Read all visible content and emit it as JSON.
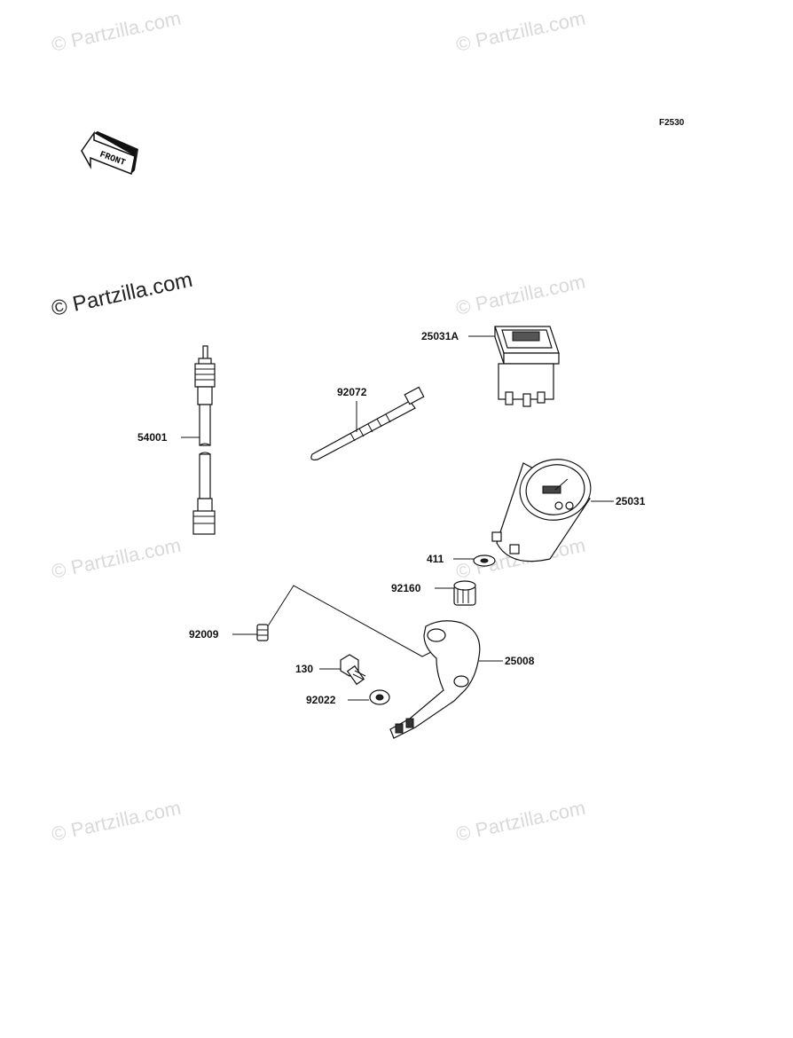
{
  "figure_code": "F2530",
  "front_label": "FRONT",
  "watermarks": [
    "© Partzilla.com",
    "© Partzilla.com",
    "© Partzilla.com",
    "© Partzilla.com",
    "© Partzilla.com",
    "© Partzilla.com",
    "© Partzilla.com",
    "© Partzilla.com"
  ],
  "parts": [
    {
      "id": "p54001",
      "number": "54001",
      "name": "speedometer-cable"
    },
    {
      "id": "p92072",
      "number": "92072",
      "name": "cable-tie"
    },
    {
      "id": "p25031A",
      "number": "25031A",
      "name": "hour-meter"
    },
    {
      "id": "p25031",
      "number": "25031",
      "name": "speedometer"
    },
    {
      "id": "p411",
      "number": "411",
      "name": "washer"
    },
    {
      "id": "p92160",
      "number": "92160",
      "name": "damper"
    },
    {
      "id": "p92009",
      "number": "92009",
      "name": "screw"
    },
    {
      "id": "p25008",
      "number": "25008",
      "name": "meter-bracket"
    },
    {
      "id": "p130",
      "number": "130",
      "name": "bolt"
    },
    {
      "id": "p92022",
      "number": "92022",
      "name": "washer"
    }
  ],
  "colors": {
    "ink": "#111111",
    "watermark": "#d9d9d9",
    "background": "#ffffff"
  }
}
